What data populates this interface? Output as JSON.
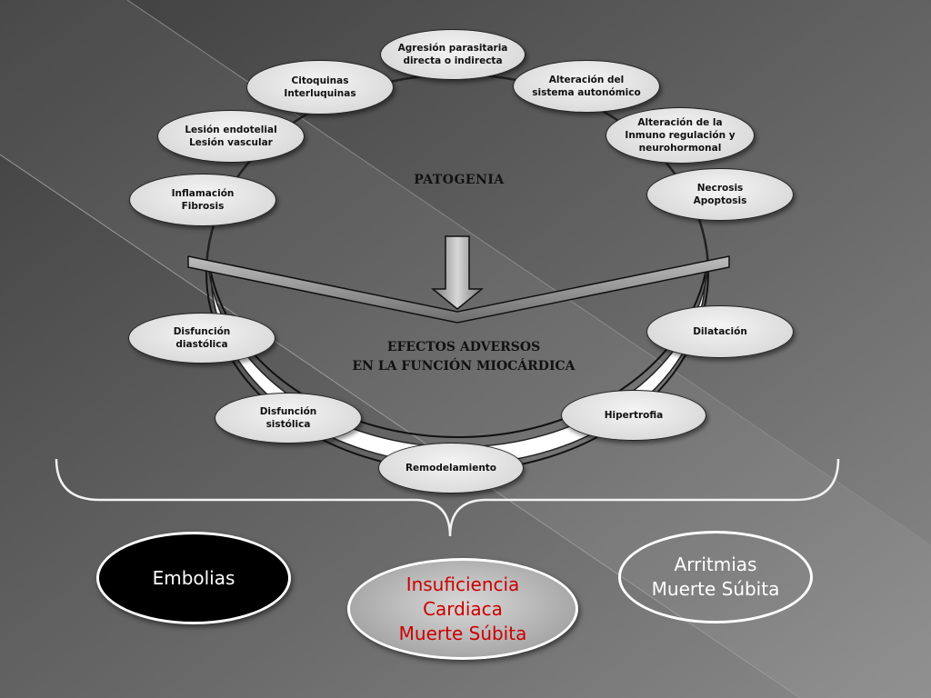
{
  "diagram": {
    "patogenia_heading": "PATOGENIA",
    "efectos_heading": "EFECTOS ADVERSOS\nEN LA FUNCIÓN MIOCÁRDICA",
    "upper_nodes": [
      {
        "id": "agresion",
        "label": "Agresión parasitaria\ndirecta o indirecta"
      },
      {
        "id": "alteracion-autonomico",
        "label": "Alteración del\nsistema autonómico"
      },
      {
        "id": "alteracion-inmuno",
        "label": "Alteración de la\nInmuno regulación y\nneurohormonal"
      },
      {
        "id": "necrosis",
        "label": "Necrosis\nApoptosis"
      },
      {
        "id": "citoquinas",
        "label": "Citoquinas\nInterluquinas"
      },
      {
        "id": "lesion",
        "label": "Lesión endotelial\nLesión vascular"
      },
      {
        "id": "inflamacion",
        "label": "Inflamación\nFibrosis"
      }
    ],
    "lower_nodes": [
      {
        "id": "disfuncion-diastolica",
        "label": "Disfunción\ndiastólica"
      },
      {
        "id": "disfuncion-sistolica",
        "label": "Disfunción\nsistólica"
      },
      {
        "id": "remodelamiento",
        "label": "Remodelamiento"
      },
      {
        "id": "hipertrofia",
        "label": "Hipertrofia"
      },
      {
        "id": "dilatacion",
        "label": "Dilatación"
      }
    ],
    "outcomes": [
      {
        "id": "embolias",
        "label": "Embolias"
      },
      {
        "id": "insuficiencia",
        "label": "Insuficiencia\nCardiaca\nMuerte Súbita"
      },
      {
        "id": "arritmias",
        "label": "Arritmias\nMuerte Súbita"
      }
    ],
    "colors": {
      "background": "#555555",
      "node_fill": "#dcdcdc",
      "highlight_text": "#cc0000",
      "embolias_fill": "#000000"
    }
  }
}
